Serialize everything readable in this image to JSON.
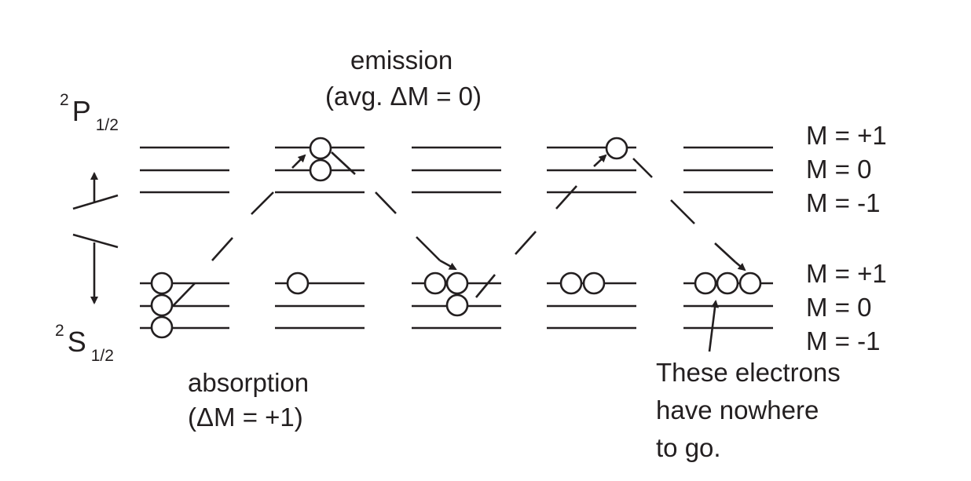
{
  "labels": {
    "upper_state": {
      "superscript": "2",
      "letter": "P",
      "subscript": "1/2"
    },
    "lower_state": {
      "superscript": "2",
      "letter": "S",
      "subscript": "1/2"
    },
    "emission": {
      "line1": "emission",
      "line2": "(avg. ΔM = 0)"
    },
    "absorption": {
      "line1": "absorption",
      "line2": "(ΔM = +1)"
    },
    "upper_m_levels": [
      "M = +1",
      "M = 0",
      "M = -1"
    ],
    "lower_m_levels": [
      "M = +1",
      "M = 0",
      "M = -1"
    ],
    "note": {
      "line1": "These electrons",
      "line2": "have nowhere",
      "line3": "to go."
    }
  },
  "stages": [
    {
      "id": "stage-1",
      "upper_electrons": [],
      "lower_electrons": {
        "+1": 1,
        "0": 1,
        "-1": 1
      }
    },
    {
      "id": "stage-2",
      "upper_electrons": {
        "+1": 1,
        "0": 1
      },
      "lower_electrons": {
        "+1": 1
      }
    },
    {
      "id": "stage-3",
      "upper_electrons": [],
      "lower_electrons": {
        "+1": 2,
        "0": 1
      }
    },
    {
      "id": "stage-4",
      "upper_electrons": {
        "+1": 1
      },
      "lower_electrons": {
        "+1": 2
      }
    },
    {
      "id": "stage-5",
      "upper_electrons": [],
      "lower_electrons": {
        "+1": 3
      }
    }
  ],
  "colors": {
    "ink": "#231f20",
    "background": "#ffffff"
  }
}
